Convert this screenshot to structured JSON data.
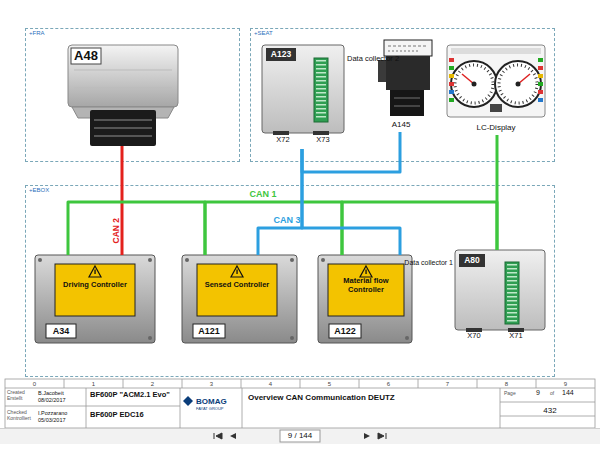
{
  "diagram": {
    "title": "Overview CAN Communication DEUTZ",
    "nodes": [
      {
        "text": [
          "+FRA"
        ]
      },
      {
        "text": [
          "A48"
        ],
        "in": 0
      },
      {
        "text": [
          "+SEAT"
        ]
      },
      {
        "text": [
          "A123",
          "Data collector 2",
          "X72",
          "X73"
        ],
        "in": 2
      },
      {
        "text": [
          "A145"
        ],
        "in": 2
      },
      {
        "text": [
          "LC-Display"
        ],
        "in": 2
      },
      {
        "text": [
          "+EBOX"
        ]
      },
      {
        "text": [
          "A34",
          "Driving Controller"
        ],
        "in": 6
      },
      {
        "text": [
          "A121",
          "Sensed Controller"
        ],
        "in": 6
      },
      {
        "text": [
          "A122",
          "Material flow Controller"
        ],
        "in": 6
      },
      {
        "text": [
          "A80",
          "Data collector 1",
          "X70",
          "X71"
        ],
        "in": 6
      }
    ],
    "edges": [
      {
        "from": 1,
        "to": 7,
        "arrow": "none",
        "label": "CAN 2"
      },
      {
        "from": 7,
        "to": 8,
        "arrow": "none"
      },
      {
        "from": 8,
        "to": 9,
        "arrow": "none",
        "label": "CAN 1"
      },
      {
        "from": 9,
        "to": 10,
        "arrow": "none"
      },
      {
        "from": 10,
        "to": 5,
        "arrow": "none"
      },
      {
        "from": 3,
        "to": 8,
        "arrow": "none"
      },
      {
        "from": 3,
        "to": 9,
        "arrow": "none",
        "label": "CAN 3"
      },
      {
        "from": 3,
        "to": 4,
        "arrow": "none"
      }
    ],
    "labels": [
      "0",
      "1",
      "2",
      "3",
      "4",
      "5",
      "6",
      "7",
      "8",
      "9",
      "Created",
      "Erstellt",
      "B.Jacobeit",
      "08/02/2017",
      "Checked",
      "Kontrolliert",
      "I.Pozzarano",
      "05/03/2017",
      "BF600P \"ACM2.1 Evo\"",
      "BF600P EDC16",
      "BOMAG",
      "FAYAT GROUP",
      "Page",
      "9",
      "of",
      "144",
      "432",
      "9 / 144"
    ]
  }
}
